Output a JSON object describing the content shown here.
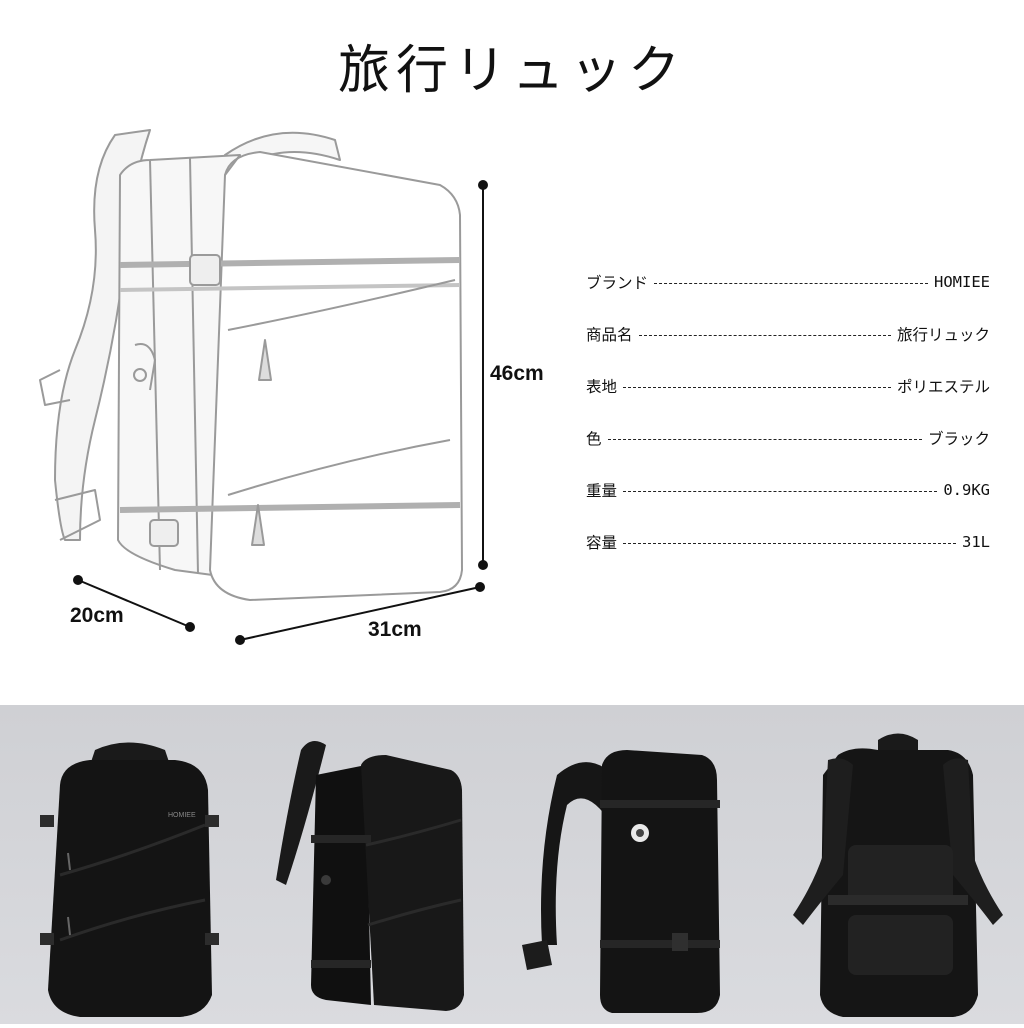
{
  "title": "旅行リュック",
  "dimensions": {
    "height": "46cm",
    "depth": "20cm",
    "width": "31cm"
  },
  "specs": [
    {
      "label": "ブランド",
      "value": "HOMIEE"
    },
    {
      "label": "商品名",
      "value": "旅行リュック"
    },
    {
      "label": "表地",
      "value": "ポリエステル"
    },
    {
      "label": "色",
      "value": "ブラック"
    },
    {
      "label": "重量",
      "value": "0.9KG"
    },
    {
      "label": "容量",
      "value": "31L"
    }
  ],
  "brand_logo": "HOMIEE",
  "colors": {
    "gallery_bg": "#d4d5d9",
    "bag": "#141414",
    "sketch": "#9a9a9a"
  },
  "photos": [
    "front-view",
    "three-quarter-view",
    "side-view",
    "back-view"
  ]
}
